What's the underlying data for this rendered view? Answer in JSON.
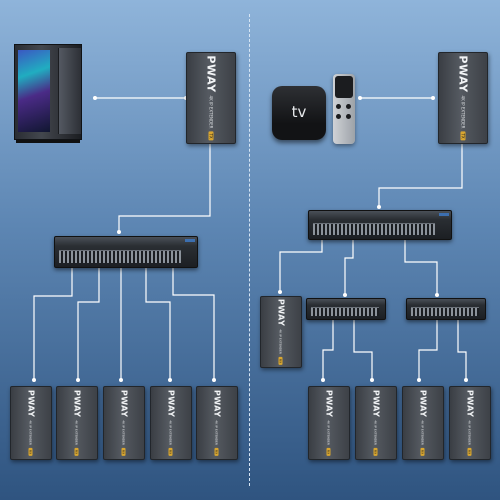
{
  "extender": {
    "brand": "PWAY",
    "model": "4K IP EXTENDER",
    "tag": "TX"
  },
  "receiver": {
    "brand": "PWAY",
    "model": "4K IP EXTENDER",
    "tag": "RX"
  },
  "tv_box": {
    "label": "tv"
  },
  "colors": {
    "wire": "#ffffff",
    "divider": "#d7e6f5",
    "background_top": "#8fb4da",
    "background_bottom": "#2f5480"
  }
}
